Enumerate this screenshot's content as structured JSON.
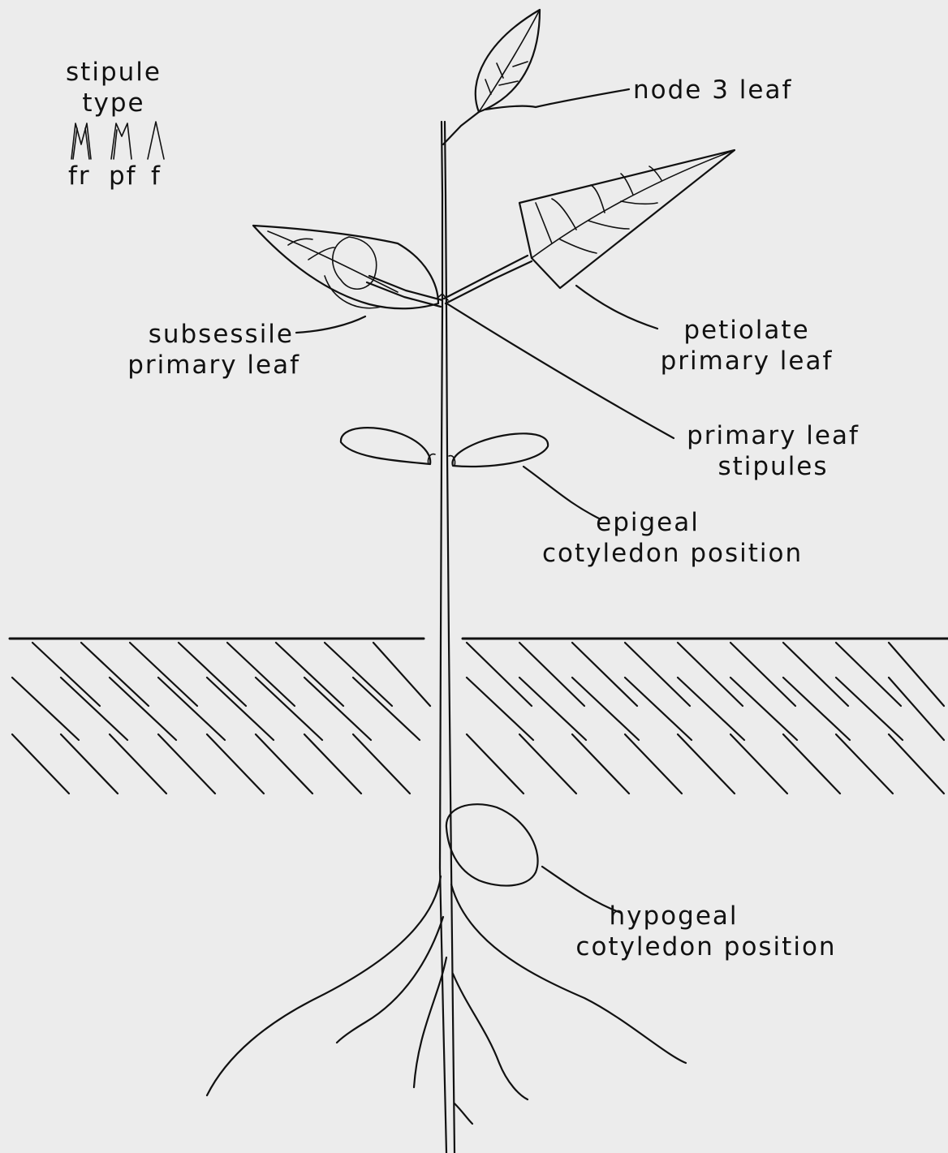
{
  "legend": {
    "title_line1": "stipule",
    "title_line2": "type",
    "types": [
      "fr",
      "pf",
      "f"
    ]
  },
  "labels": {
    "node3_leaf": "node 3 leaf",
    "petiolate_line1": "petiolate",
    "petiolate_line2": "primary leaf",
    "subsessile_line1": "subsessile",
    "subsessile_line2": "primary leaf",
    "stipules_line1": "primary leaf",
    "stipules_line2": "stipules",
    "epigeal_line1": "epigeal",
    "epigeal_line2": "cotyledon position",
    "hypogeal_line1": "hypogeal",
    "hypogeal_line2": "cotyledon position"
  },
  "colors": {
    "ink": "#111111",
    "paper": "#ececec"
  }
}
